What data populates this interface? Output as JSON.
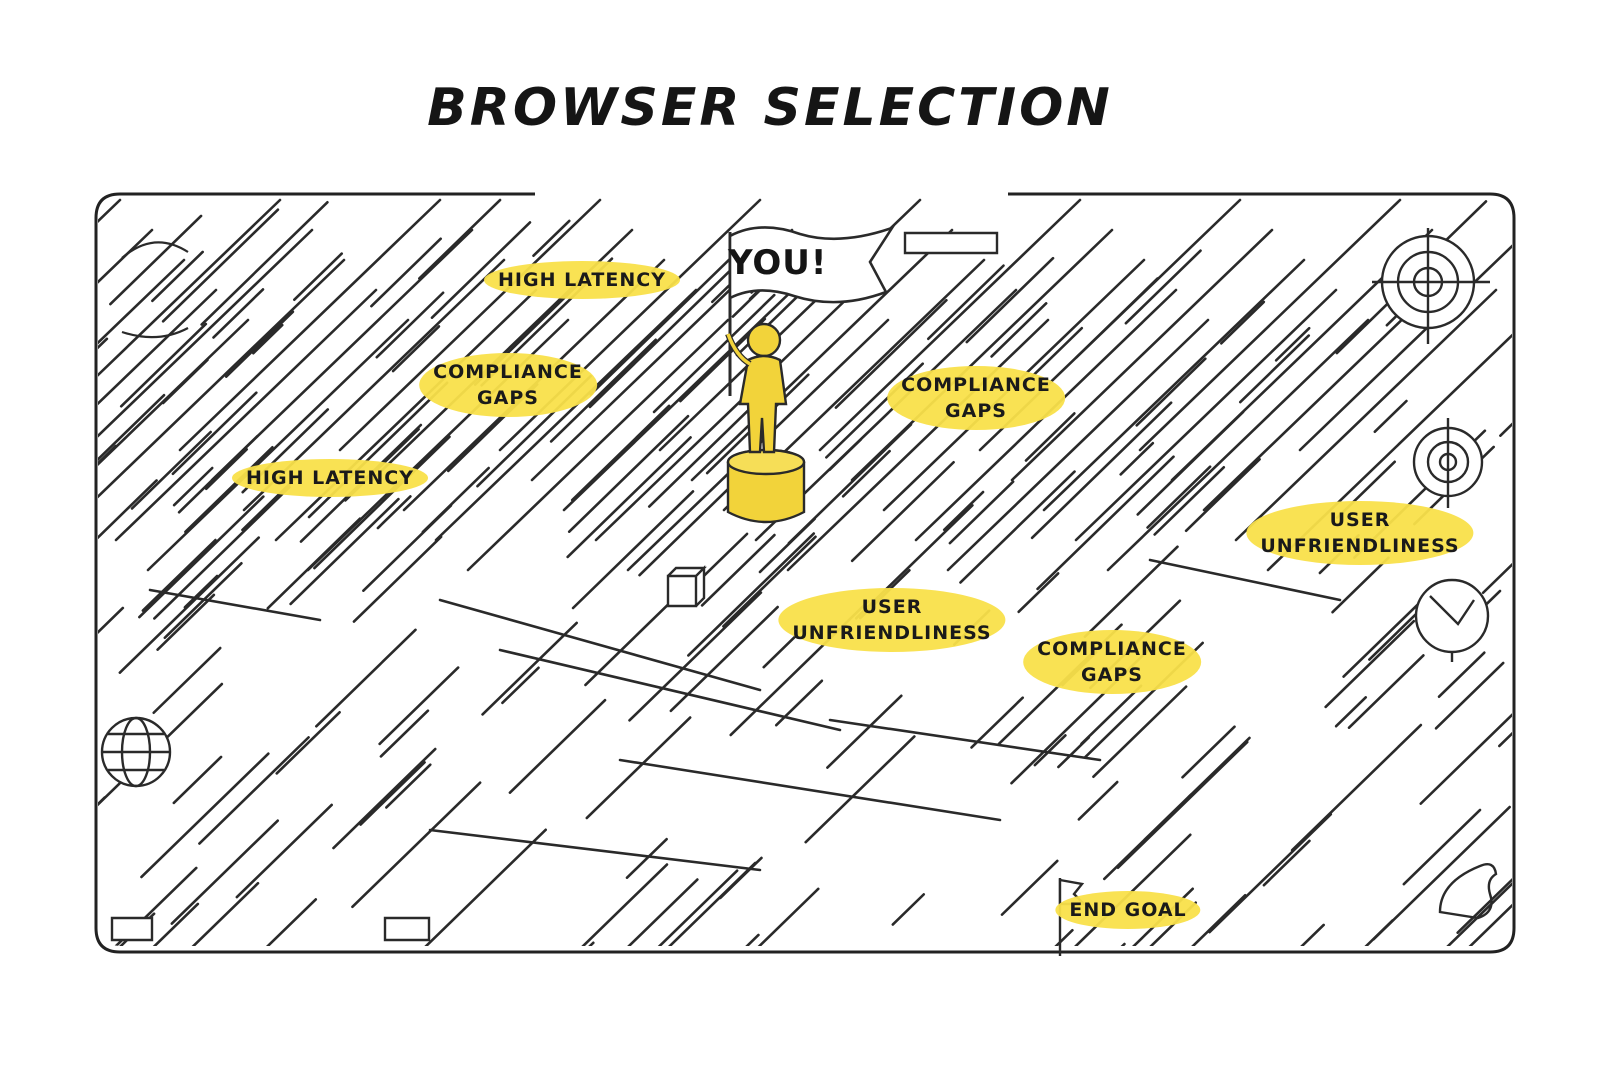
{
  "title": "BROWSER SELECTION",
  "flag_text": "YOU!",
  "obstacles": [
    {
      "id": "high-latency-1",
      "lines": [
        "HIGH LATENCY"
      ]
    },
    {
      "id": "compliance-gaps-1",
      "lines": [
        "COMPLIANCE",
        "GAPS"
      ]
    },
    {
      "id": "high-latency-2",
      "lines": [
        "HIGH LATENCY"
      ]
    },
    {
      "id": "compliance-gaps-2",
      "lines": [
        "COMPLIANCE",
        "GAPS"
      ]
    },
    {
      "id": "user-unfriendliness-1",
      "lines": [
        "USER",
        "UNFRIENDLINESS"
      ]
    },
    {
      "id": "user-unfriendliness-2",
      "lines": [
        "USER",
        "UNFRIENDLINESS"
      ]
    },
    {
      "id": "compliance-gaps-3",
      "lines": [
        "COMPLIANCE",
        "GAPS"
      ]
    }
  ],
  "goal_label": "END GOAL",
  "colors": {
    "highlight": "#f9e04a",
    "figure": "#f2d33a",
    "ink": "#1a1a1a"
  },
  "icons": [
    "globe-icon",
    "target-icon",
    "crosshair-icon",
    "compass-icon",
    "flag-icon",
    "figure-icon"
  ]
}
